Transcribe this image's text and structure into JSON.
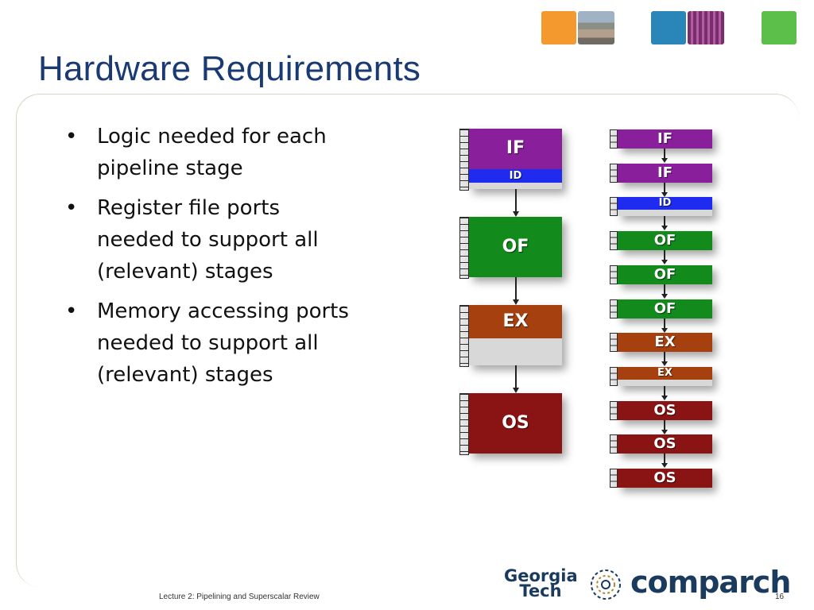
{
  "slide": {
    "title": "Hardware Requirements",
    "bullets": [
      "Logic needed for each pipeline stage",
      "Register file ports needed to support all (relevant) stages",
      "Memory accessing ports needed to support all (relevant) stages"
    ],
    "footer": "Lecture 2: Pipelining and Superscalar Review",
    "page_number": "16"
  },
  "logos": {
    "georgia": "Georgia",
    "tech": "Tech",
    "comparch": "comparch"
  },
  "left_pipeline": {
    "if_label": "IF",
    "id_label": "ID",
    "of_label": "OF",
    "ex_label": "EX",
    "os_label": "OS"
  },
  "right_pipeline": {
    "stages": [
      "IF",
      "IF",
      "ID",
      "OF",
      "OF",
      "OF",
      "EX",
      "EX",
      "OS",
      "OS",
      "OS"
    ]
  },
  "colors": {
    "title": "#1a3a73",
    "if": "#8a1f9c",
    "id": "#1f2cf0",
    "of": "#128a1c",
    "ex": "#a6400f",
    "os": "#8a1414"
  }
}
